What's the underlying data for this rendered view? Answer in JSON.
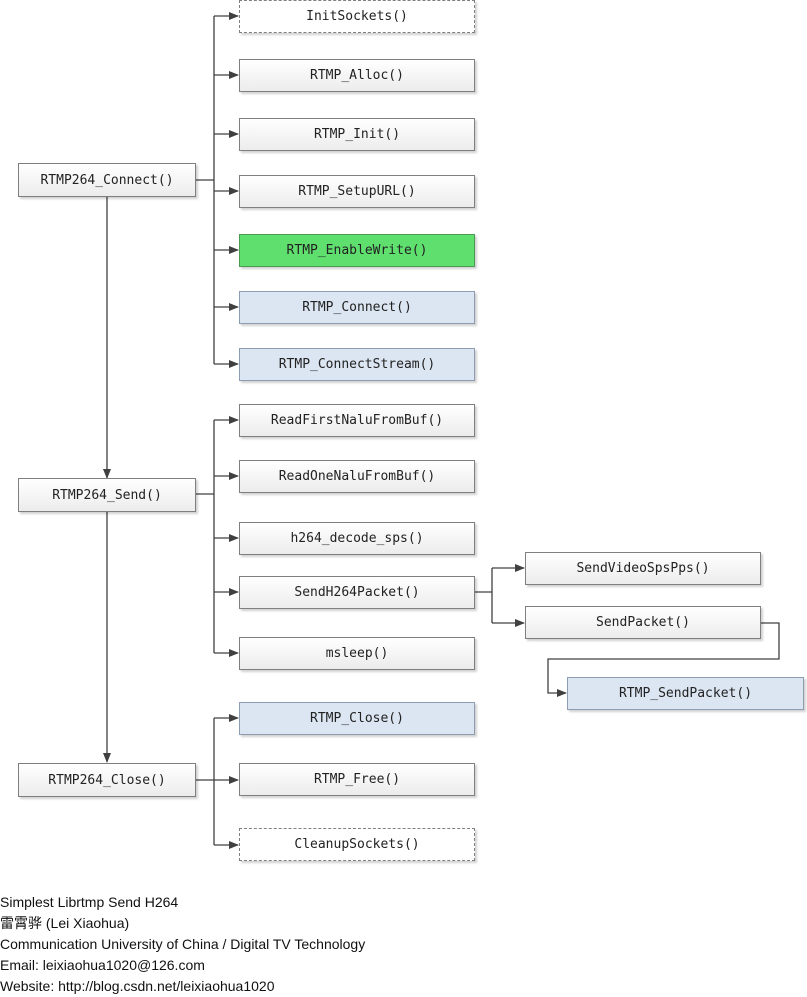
{
  "diagram": {
    "connect": {
      "label": "RTMP264_Connect()",
      "calls": [
        "InitSockets()",
        "RTMP_Alloc()",
        "RTMP_Init()",
        "RTMP_SetupURL()",
        "RTMP_EnableWrite()",
        "RTMP_Connect()",
        "RTMP_ConnectStream()"
      ]
    },
    "send": {
      "label": "RTMP264_Send()",
      "calls": [
        "ReadFirstNaluFromBuf()",
        "ReadOneNaluFromBuf()",
        "h264_decode_sps()",
        "SendH264Packet()",
        "msleep()"
      ],
      "sendh264_calls": [
        "SendVideoSpsPps()",
        "SendPacket()"
      ],
      "sendpacket_call": "RTMP_SendPacket()"
    },
    "close": {
      "label": "RTMP264_Close()",
      "calls": [
        "RTMP_Close()",
        "RTMP_Free()",
        "CleanupSockets()"
      ]
    }
  },
  "colors": {
    "green": "#5fdf6e",
    "blue": "#dce6f2",
    "line": "#404040"
  },
  "footer": {
    "line1": "Simplest Librtmp Send H264",
    "line2": "雷霄骅 (Lei Xiaohua)",
    "line3": "Communication University of China / Digital TV Technology",
    "line4": "Email:  leixiaohua1020@126.com",
    "line5": "Website:  http://blog.csdn.net/leixiaohua1020"
  }
}
